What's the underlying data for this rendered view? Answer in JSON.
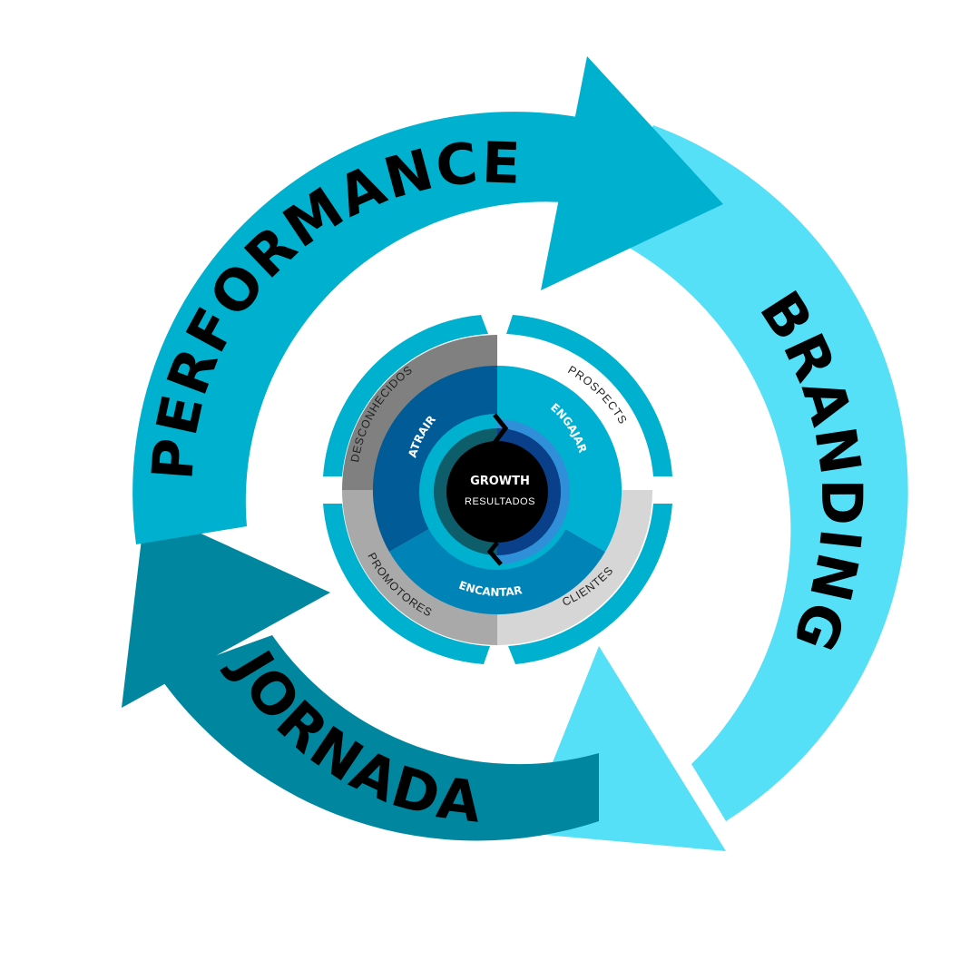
{
  "cycle": {
    "performance": {
      "label": "PERFORMANCE",
      "color": "#00b0cf"
    },
    "branding": {
      "label": "BRANDING",
      "color": "#55e0f8"
    },
    "jornada": {
      "label": "JORNADA",
      "color": "#00869e"
    }
  },
  "stages": {
    "outer": [
      {
        "label": "DESCONHECIDOS",
        "color": "#808080"
      },
      {
        "label": "PROSPECTS",
        "color": "#ffffff"
      },
      {
        "label": "CLIENTES",
        "color": "#d6d6d6"
      },
      {
        "label": "PROMOTORES",
        "color": "#a9a9a9"
      }
    ],
    "middle": [
      {
        "label": "ATRAIR",
        "color": "#005b96"
      },
      {
        "label": "ENGAJAR",
        "color": "#00b0d2"
      },
      {
        "label": "ENCANTAR",
        "color": "#0084b8"
      }
    ]
  },
  "core": {
    "title": "GROWTH",
    "subtitle": "RESULTADOS"
  }
}
